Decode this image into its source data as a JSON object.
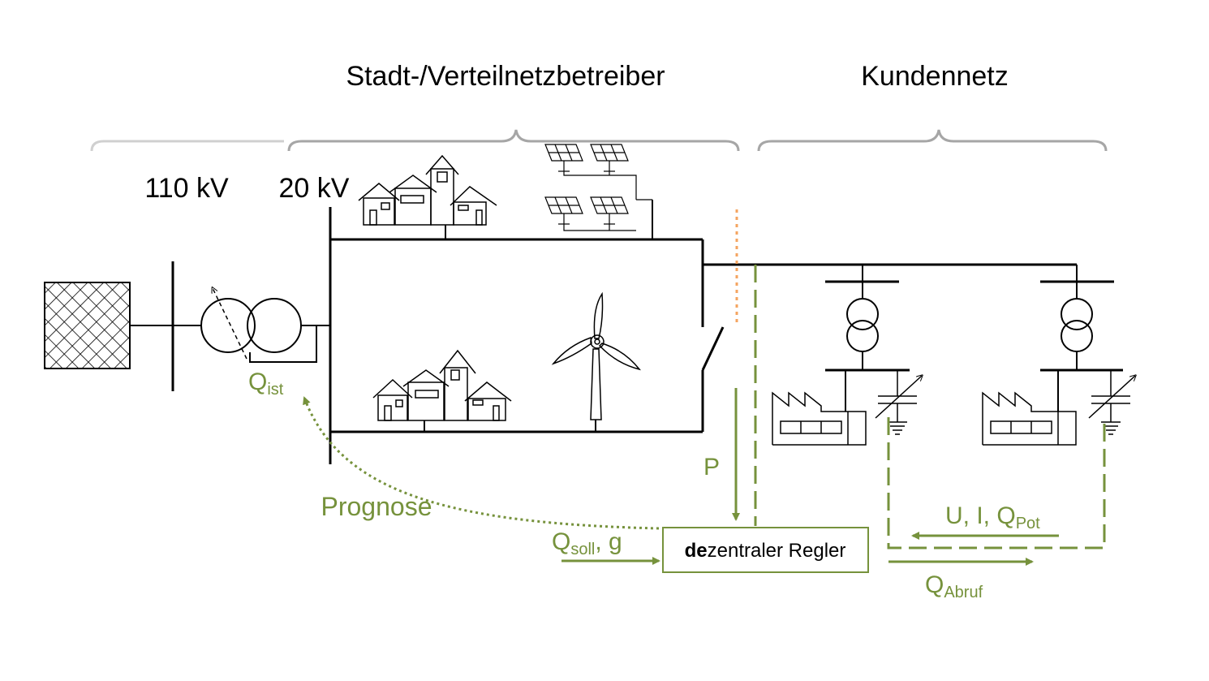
{
  "headers": {
    "stadt": "Stadt-/Verteilnetzbetreiber",
    "kunden": "Kundennetz"
  },
  "voltage": {
    "hv": "110 kV",
    "mv": "20 kV"
  },
  "signals": {
    "q_ist_main": "Q",
    "q_ist_sub": "ist",
    "prognose": "Prognose",
    "p": "P",
    "q_soll_main": "Q",
    "q_soll_sub": "soll",
    "q_soll_suffix": ", g",
    "u_i_q_prefix": "U, I, Q",
    "u_i_q_sub": "Pot",
    "q_abruf_main": "Q",
    "q_abruf_sub": "Abruf"
  },
  "controller": {
    "bold": "de",
    "rest": "zentraler Regler"
  },
  "colors": {
    "green": "#76923c",
    "orange": "#f4a460",
    "black": "#000000",
    "gray": "#a6a6a6",
    "lightgray": "#d0d0d0"
  }
}
